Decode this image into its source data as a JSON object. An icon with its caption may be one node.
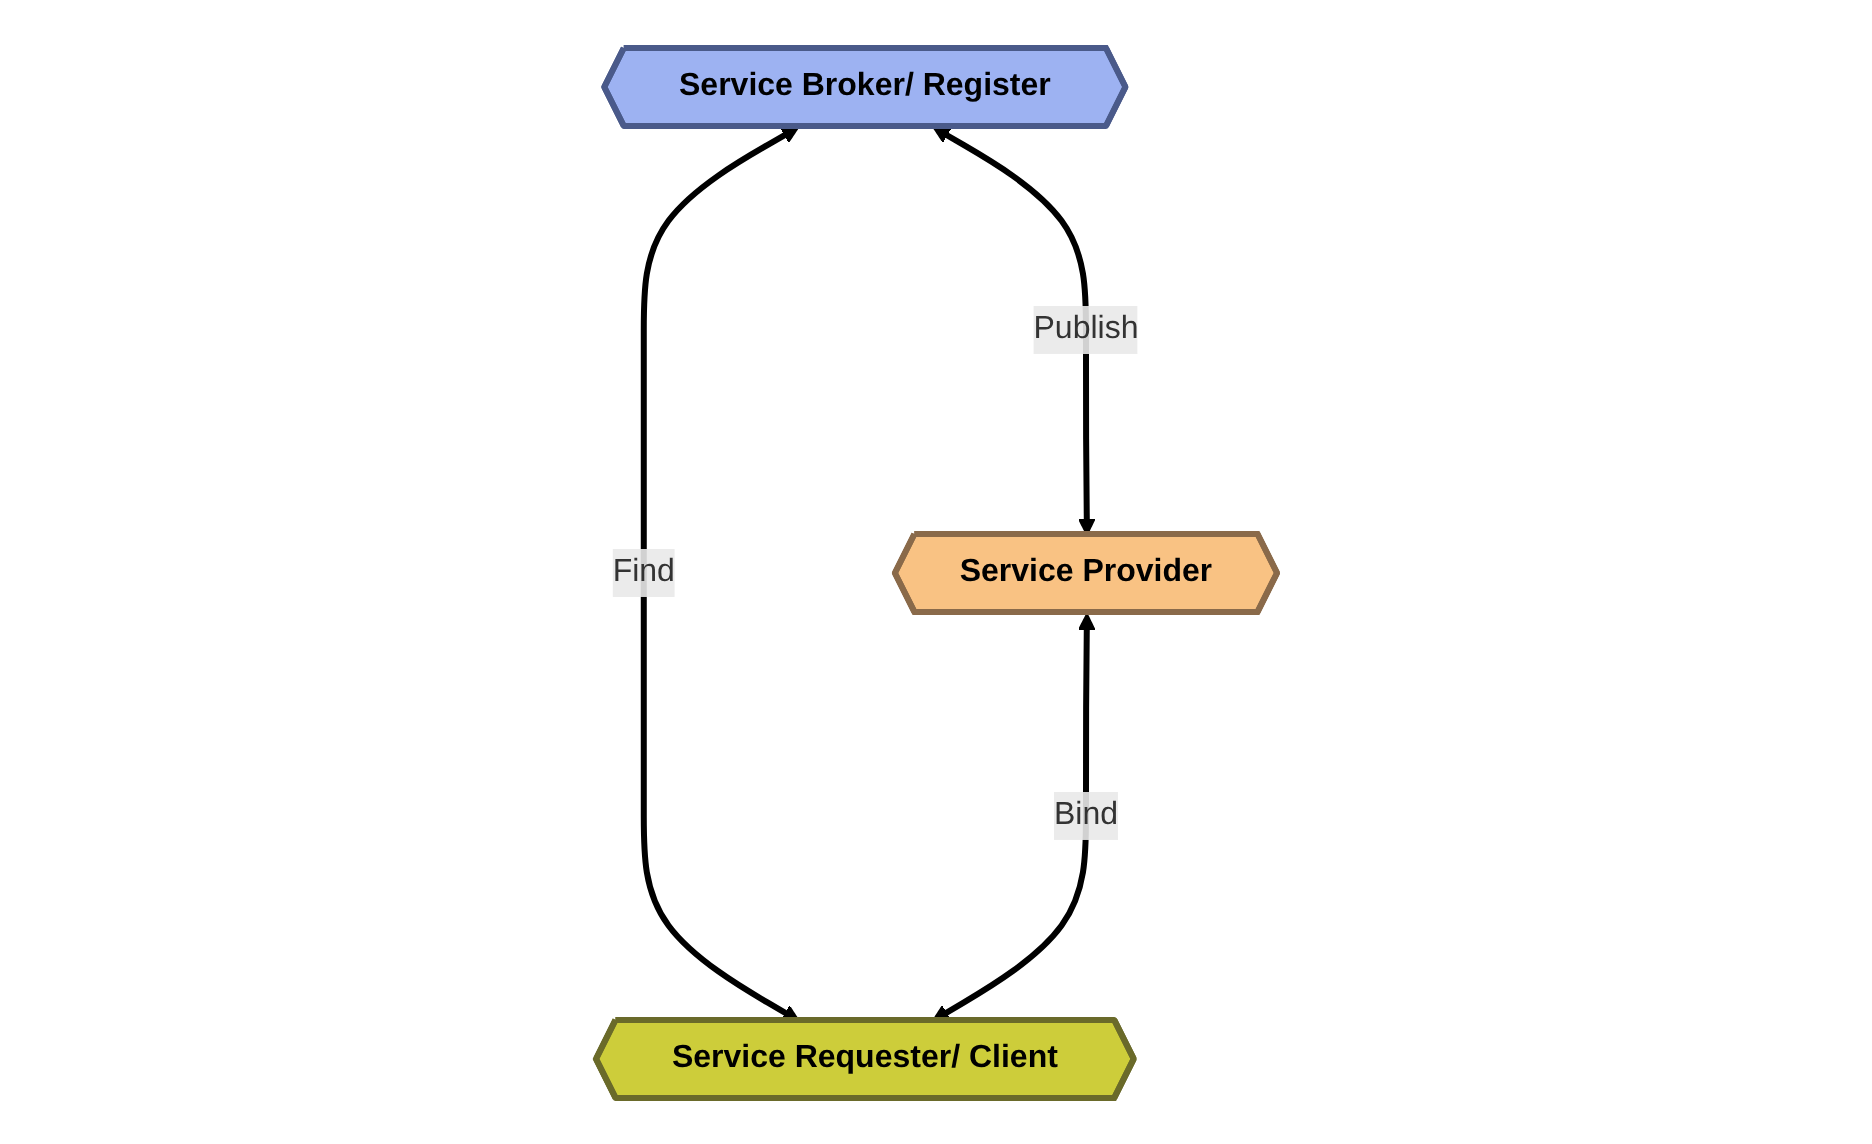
{
  "diagram": {
    "nodes": [
      {
        "text": [
          "Service Broker/ Register"
        ]
      },
      {
        "text": [
          "Service Provider"
        ]
      },
      {
        "text": [
          "Service Requester/ Client"
        ]
      }
    ],
    "edges": [
      {
        "from": 0,
        "to": 1,
        "arrow": "both",
        "label": "Publish"
      },
      {
        "from": 0,
        "to": 2,
        "arrow": "both",
        "label": "Find"
      },
      {
        "from": 1,
        "to": 2,
        "arrow": "both",
        "label": "Bind"
      }
    ]
  }
}
